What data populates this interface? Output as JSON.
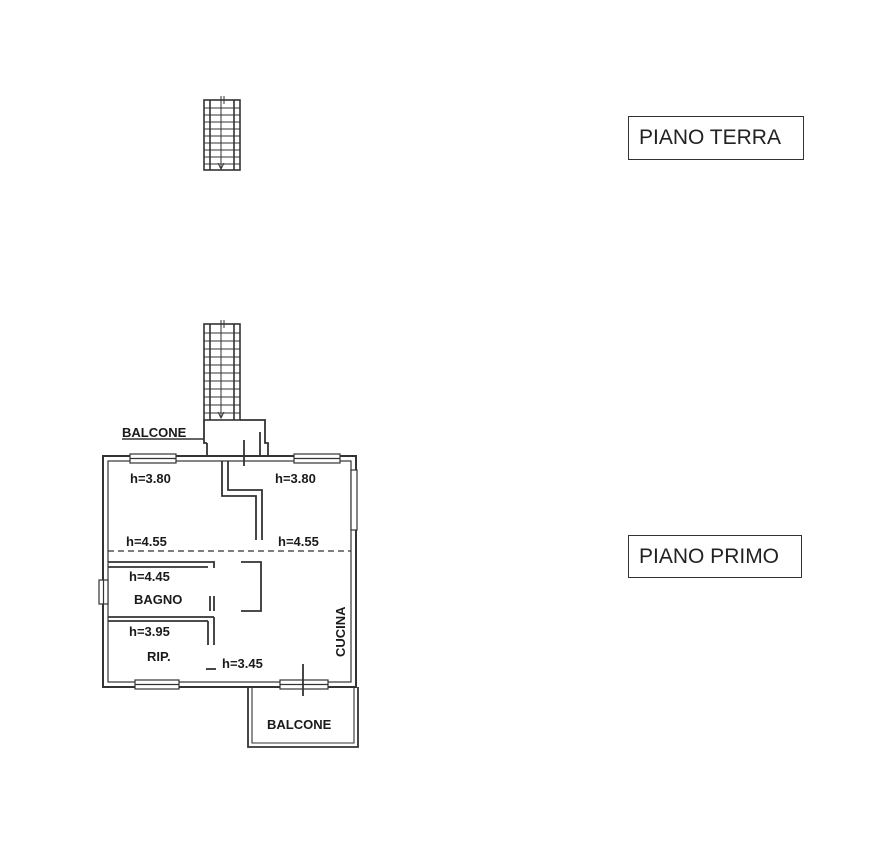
{
  "floors": {
    "ground": {
      "label": "PIANO TERRA"
    },
    "first": {
      "label": "PIANO PRIMO"
    }
  },
  "plan": {
    "balcony_top": "BALCONE",
    "balcony_bottom": "BALCONE",
    "kitchen": "CUCINA",
    "bathroom": "BAGNO",
    "storage": "RIP.",
    "heights": {
      "room_left_top": "h=3.80",
      "room_right_top": "h=3.80",
      "left_mid": "h=4.55",
      "right_mid": "h=4.55",
      "bathroom": "h=4.45",
      "storage": "h=3.95",
      "bottom": "h=3.45"
    }
  }
}
